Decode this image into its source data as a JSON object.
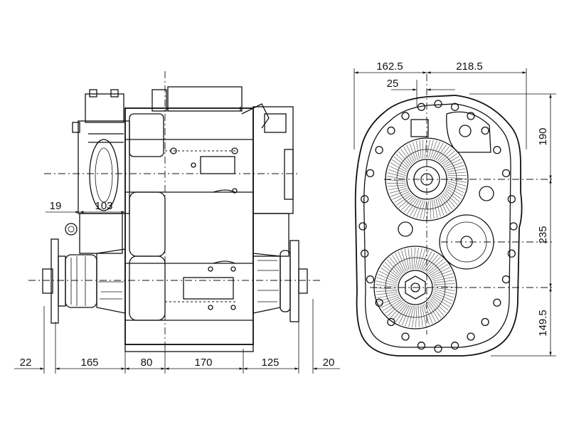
{
  "side_view": {
    "bottom_dims": [
      "22",
      "165",
      "80",
      "170",
      "125",
      "20"
    ],
    "left_dims": [
      "19",
      "103"
    ]
  },
  "front_view": {
    "top_dims": [
      "162.5",
      "218.5",
      "25"
    ],
    "right_dims": [
      "190",
      "235",
      "149.5"
    ]
  }
}
